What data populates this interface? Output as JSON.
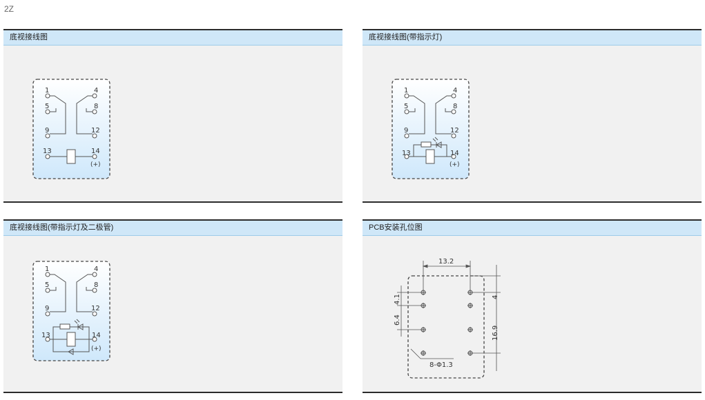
{
  "page": {
    "title": "2Z"
  },
  "panels": [
    {
      "title": "底视接线图"
    },
    {
      "title": "底视接线图(带指示灯)"
    },
    {
      "title": "底视接线图(带指示灯及二极管)"
    },
    {
      "title": "PCB安装孔位图"
    }
  ],
  "pins": {
    "p1": "1",
    "p4": "4",
    "p5": "5",
    "p8": "8",
    "p9": "9",
    "p12": "12",
    "p13": "13",
    "p14": "14",
    "plus": "(+)"
  },
  "pcb": {
    "dim_top": "13.2",
    "dim_right_1": "4",
    "dim_right_2": "16.9",
    "dim_left_1": "4.1",
    "dim_left_2": "6.4",
    "hole_label": "8-Φ1.3"
  },
  "colors": {
    "header_bg": "#cfe7f8",
    "diagram_fill": "#e1f1fd",
    "line": "#555555"
  }
}
